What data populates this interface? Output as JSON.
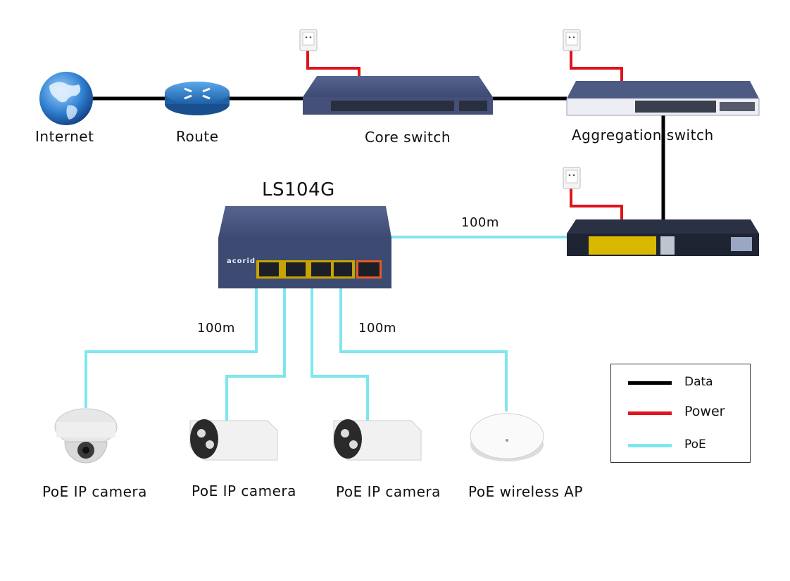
{
  "devices": {
    "internet": "Internet",
    "route": "Route",
    "core_switch": "Core switch",
    "aggregation_switch": "Aggregation switch",
    "ls104g": "LS104G",
    "camera1": "PoE IP camera",
    "camera2": "PoE IP camera",
    "camera3": "PoE IP camera",
    "wireless_ap": "PoE wireless AP"
  },
  "switch_brand": "acorid",
  "distances": {
    "uplink": "100m",
    "left_cams": "100m",
    "right_devices": "100m"
  },
  "legend": {
    "data": "Data",
    "power": "Power",
    "poe": "PoE"
  },
  "colors": {
    "data": "#000000",
    "power": "#e0141c",
    "poe": "#7fe6ef",
    "switch_body": "#3d4a72",
    "globe": "#2f7fd0",
    "router": "#2b7fc8"
  }
}
